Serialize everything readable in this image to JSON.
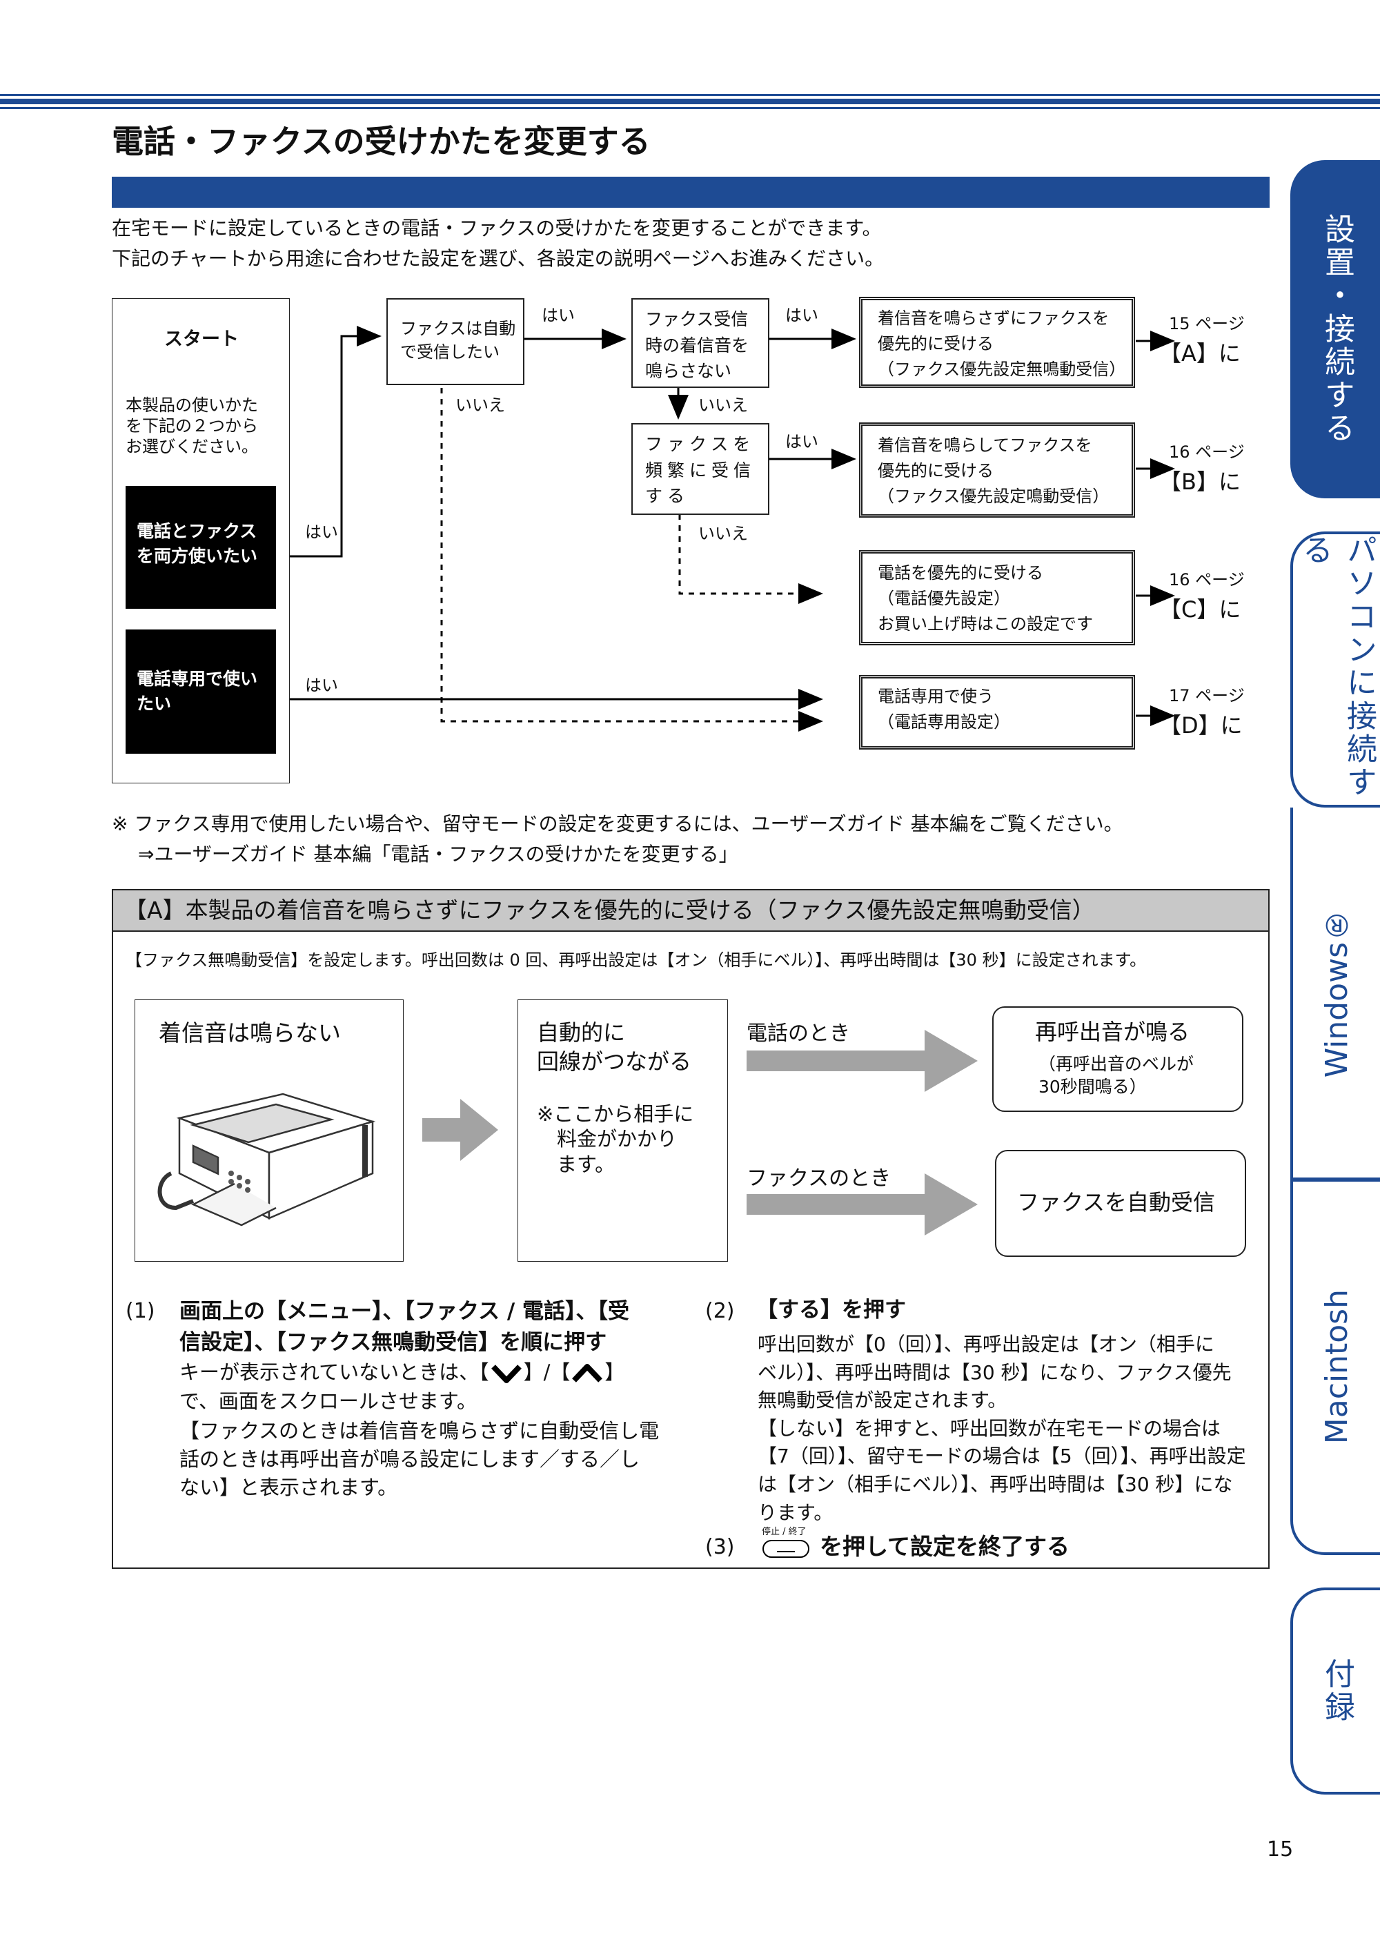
{
  "page": {
    "title": "電話・ファクスの受けかたを変更する",
    "intro_line1": "在宅モードに設定しているときの電話・ファクスの受けかたを変更することができます。",
    "intro_line2": "下記のチャートから用途に合わせた設定を選び、各設定の説明ページへお進みください。",
    "page_number": "15"
  },
  "colors": {
    "accent": "#1e4b94",
    "gray_header": "#c8c8c8",
    "arrow_gray": "#a3a3a3"
  },
  "side_tabs": [
    {
      "label": "設置・接続する",
      "active": true
    },
    {
      "label": "パソコンに接続する",
      "active": false
    },
    {
      "label": "Windows®",
      "active": false
    },
    {
      "label": "Macintosh",
      "active": false
    },
    {
      "label": "付録",
      "active": false
    }
  ],
  "flowchart": {
    "start": "スタート",
    "start_desc": "本製品の使いかた\nを下記の２つから\nお選びください。",
    "option1": "電話とファクス\nを両方使いたい",
    "option2": "電話専用で使い\nたい",
    "q1": "ファクスは自動\nで受信したい",
    "q2": "ファクス受信\n時の着信音を\n鳴らさない",
    "q3": "ファクスを\n頻繁に受信\nする",
    "yes": "はい",
    "no": "いいえ",
    "result_a": "着信音を鳴らさずにファクスを\n優先的に受ける\n（ファクス優先設定無鳴動受信）",
    "result_b": "着信音を鳴らしてファクスを\n優先的に受ける\n（ファクス優先設定鳴動受信）",
    "result_c": "電話を優先的に受ける\n（電話優先設定）\nお買い上げ時はこの設定です",
    "result_d": "電話専用で使う\n（電話専用設定）",
    "ref_a_page": "15 ページ",
    "ref_a_label": "【A】に",
    "ref_b_page": "16 ページ",
    "ref_b_label": "【B】に",
    "ref_c_page": "16 ページ",
    "ref_c_label": "【C】に",
    "ref_d_page": "17 ページ",
    "ref_d_label": "【D】に"
  },
  "note": {
    "line1": "※ ファクス専用で使用したい場合や、留守モードの設定を変更するには、ユーザーズガイド 基本編をご覧ください。",
    "line2": "⇒ユーザーズガイド 基本編「電話・ファクスの受けかたを変更する」"
  },
  "section_a": {
    "header": "【A】本製品の着信音を鳴らさずにファクスを優先的に受ける（ファクス優先設定無鳴動受信）",
    "summary": "【ファクス無鳴動受信】を設定します。呼出回数は 0 回、再呼出設定は【オン（相手にベル）】、再呼出時間は【30 秒】に設定されます。",
    "box1_title": "着信音は鳴らない",
    "box2_title": "自動的に\n回線がつながる",
    "box2_note": "※ここから相手に\n　料金がかかり\n　ます。",
    "phone_case": "電話のとき",
    "fax_case": "ファクスのとき",
    "phone_result_title": "再呼出音が鳴る",
    "phone_result_desc": "（再呼出音のベルが\n30秒間鳴る）",
    "fax_result": "ファクスを自動受信",
    "step1_num": "(1)",
    "step1_title": "画面上の【メニュー】、【ファクス / 電話】、【受\n信設定】、【ファクス無鳴動受信】を順に押す",
    "step1_scroll_pre": "キーが表示されていないときは、【",
    "step1_scroll_mid": "】/【",
    "step1_scroll_post": "】",
    "step1_scroll_line2": "で、画面をスクロールさせます。",
    "step1_desc": "【ファクスのときは着信音を鳴らさずに自動受信し電\n話のときは再呼出音が鳴る設定にします／する／し\nない】と表示されます。",
    "step2_num": "(2)",
    "step2_title": "【する】を押す",
    "step2_desc": "呼出回数が【0（回）】、再呼出設定は【オン（相手に\nベル）】、再呼出時間は【30 秒】になり、ファクス優先\n無鳴動受信が設定されます。\n【しない】を押すと、呼出回数が在宅モードの場合は\n【7（回）】、留守モードの場合は【5（回）】、再呼出設定\nは【オン（相手にベル）】、再呼出時間は【30 秒】にな\nります。",
    "step3_num": "(3)",
    "step3_key_label": "停止 / 終了",
    "step3_text": "を押して設定を終了する"
  }
}
